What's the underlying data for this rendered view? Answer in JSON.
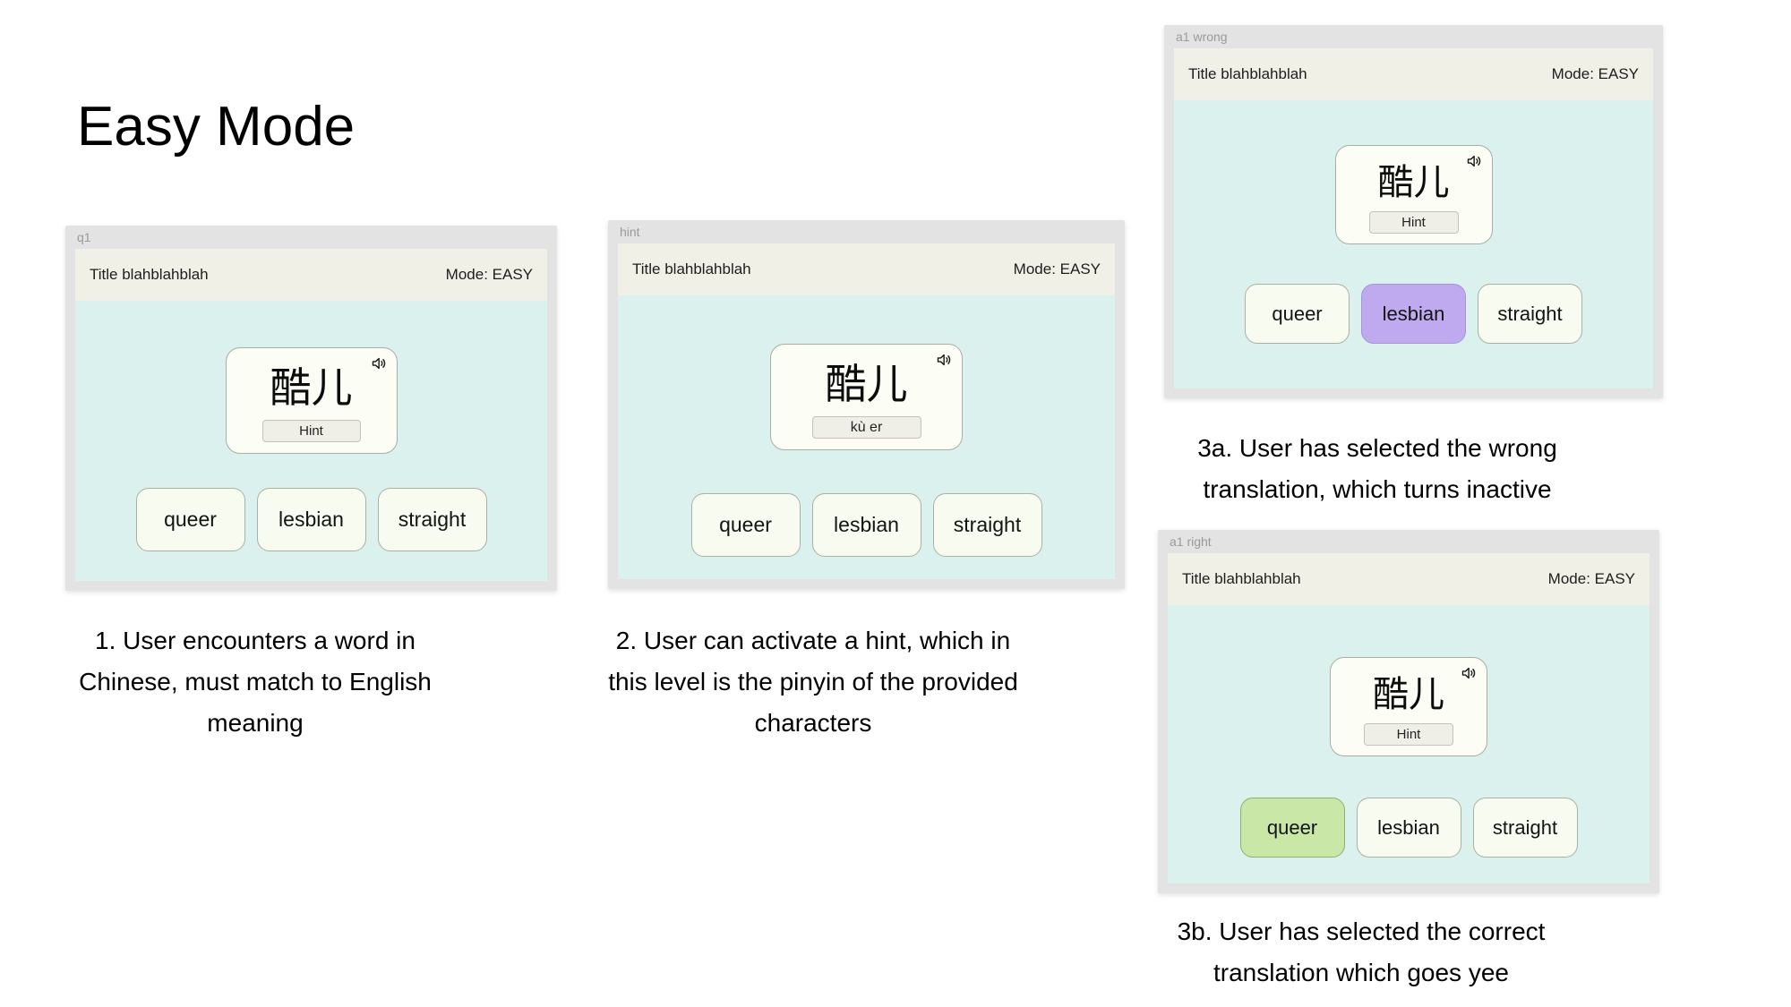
{
  "slide": {
    "title": "Easy Mode"
  },
  "colors": {
    "frame_bg": "#e3e3e3",
    "frame_label_text": "#9a9a9a",
    "app_header_bg": "#f1f0e7",
    "app_body_bg": "#dbf1ee",
    "card_bg": "#fcfdf4",
    "answer_bg": "#f8fbef",
    "wrong_selected_bg": "#bfa9ef",
    "correct_selected_bg": "#c9e7a6"
  },
  "panels": {
    "q1": {
      "frame_label": "q1",
      "header": {
        "title": "Title blahblahblah",
        "mode": "Mode: EASY"
      },
      "card": {
        "word": "酷儿",
        "hint_button": "Hint",
        "speaker_icon": "speaker-icon"
      },
      "answers": [
        {
          "label": "queer",
          "state": "default"
        },
        {
          "label": "lesbian",
          "state": "default"
        },
        {
          "label": "straight",
          "state": "default"
        }
      ],
      "caption": "1. User encounters a word in Chinese, must match to English meaning"
    },
    "hint": {
      "frame_label": "hint",
      "header": {
        "title": "Title blahblahblah",
        "mode": "Mode: EASY"
      },
      "card": {
        "word": "酷儿",
        "hint_button": "kù er",
        "speaker_icon": "speaker-icon"
      },
      "answers": [
        {
          "label": "queer",
          "state": "default"
        },
        {
          "label": "lesbian",
          "state": "default"
        },
        {
          "label": "straight",
          "state": "default"
        }
      ],
      "caption": "2. User can activate a hint, which in this level is the pinyin of the provided characters"
    },
    "a1_wrong": {
      "frame_label": "a1 wrong",
      "header": {
        "title": "Title blahblahblah",
        "mode": "Mode: EASY"
      },
      "card": {
        "word": "酷儿",
        "hint_button": "Hint",
        "speaker_icon": "speaker-icon"
      },
      "answers": [
        {
          "label": "queer",
          "state": "default"
        },
        {
          "label": "lesbian",
          "state": "wrong"
        },
        {
          "label": "straight",
          "state": "default"
        }
      ],
      "caption": "3a. User has selected the wrong translation, which turns inactive"
    },
    "a1_right": {
      "frame_label": "a1 right",
      "header": {
        "title": "Title blahblahblah",
        "mode": "Mode: EASY"
      },
      "card": {
        "word": "酷儿",
        "hint_button": "Hint",
        "speaker_icon": "speaker-icon"
      },
      "answers": [
        {
          "label": "queer",
          "state": "right"
        },
        {
          "label": "lesbian",
          "state": "default"
        },
        {
          "label": "straight",
          "state": "default"
        }
      ],
      "caption": "3b. User has selected the correct translation which goes yee"
    }
  }
}
